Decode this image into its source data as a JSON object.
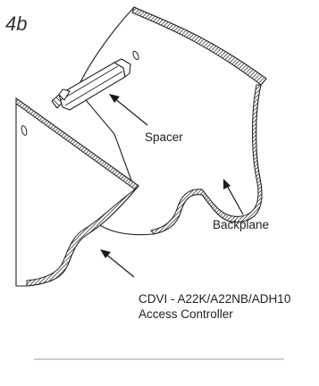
{
  "figure": {
    "id_label": "4b"
  },
  "labels": {
    "spacer": "Spacer",
    "backplane": "Backplane",
    "controller_line1": "CDVI - A22K/A22NB/ADH10",
    "controller_line2": "Access Controller"
  },
  "components": [
    {
      "name": "backplane",
      "label": "Backplane"
    },
    {
      "name": "spacer",
      "label": "Spacer"
    },
    {
      "name": "access-controller",
      "label": "CDVI - A22K/A22NB/ADH10 Access Controller"
    }
  ],
  "colors": {
    "line": "#222222",
    "background": "#ffffff",
    "rule": "#999999"
  }
}
